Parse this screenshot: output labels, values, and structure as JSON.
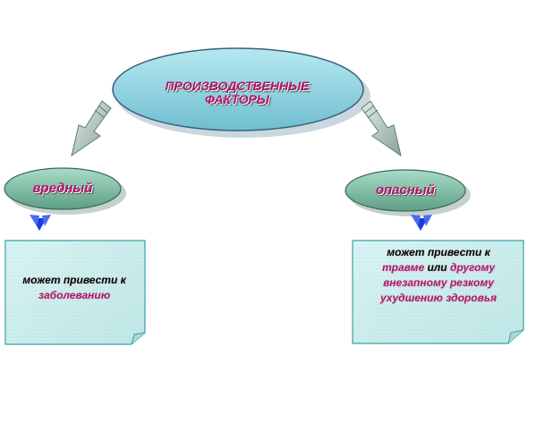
{
  "root": {
    "line1": "ПРОИЗВОДСТВЕННЫЕ",
    "line2": "ФАКТОРЫ"
  },
  "branches": {
    "harmful": {
      "label": "вредный",
      "note": {
        "line1": "может привести к",
        "line2": "заболеванию"
      }
    },
    "dangerous": {
      "label": "опасный",
      "note": {
        "line1": "может привести к",
        "line2_a": "травме",
        "line2_b": " или ",
        "line2_c": "другому",
        "line3": "внезапному резкому",
        "line4": "ухудшению здоровья"
      }
    }
  },
  "colors": {
    "ellipse_fill": "#8fd3df",
    "ellipse_stroke": "#3b5f7a",
    "note_fill": "#cdeeee",
    "note_stroke": "#3aa0a8",
    "accent_text": "#b0156b",
    "pointer": "#1a3fd6"
  }
}
